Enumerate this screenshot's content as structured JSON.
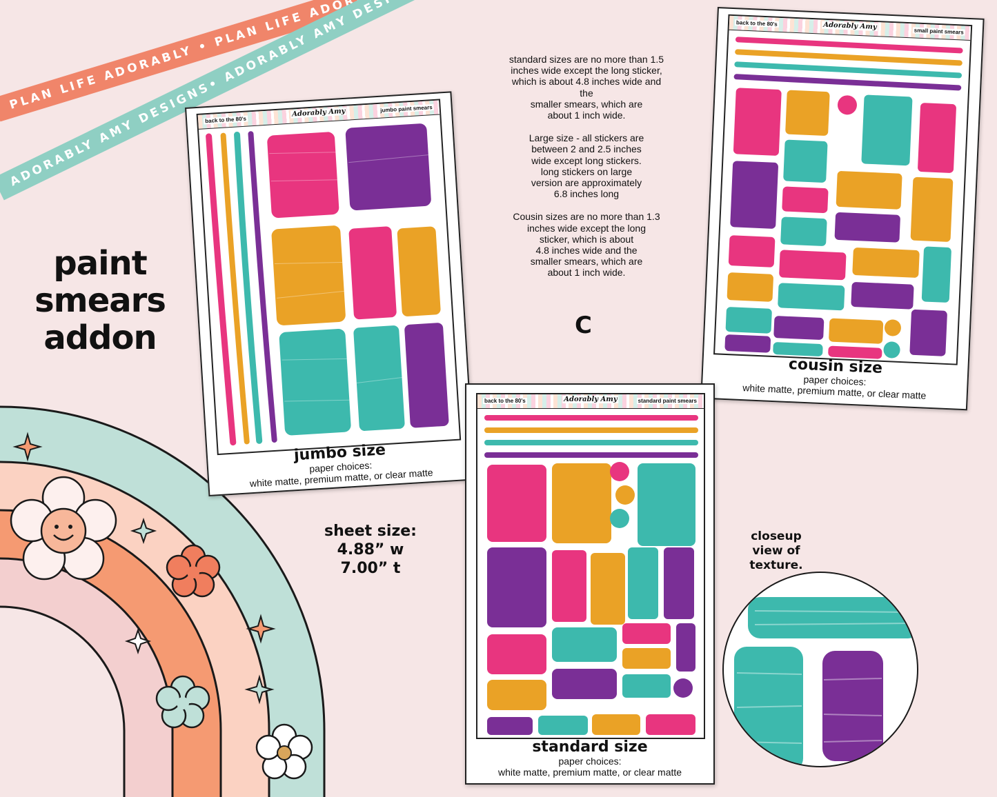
{
  "ribbons": {
    "orange": {
      "text": "PLAN LIFE ADORABLY • PLAN LIFE ADORABLY • PLAN LIFE ADORABLY •",
      "color": "#f0856a"
    },
    "teal": {
      "text": "ADORABLY AMY DESIGNS• ADORABLY AMY DESIGNS• ADORABLY AMY DESIGNS•",
      "color": "#8fcfc3"
    }
  },
  "title": {
    "line1": "paint",
    "line2": "smears",
    "line3": "addon"
  },
  "sheet_size": {
    "line1": "sheet size:",
    "line2": "4.88” w",
    "line3": "7.00” t"
  },
  "info": {
    "standard": [
      "standard sizes are no more than 1.5",
      "inches wide except the long sticker,",
      "which is about 4.8 inches wide and",
      "the",
      "smaller smears, which are",
      "about 1 inch wide."
    ],
    "large": [
      "Large size - all stickers are",
      "between 2 and 2.5 inches",
      "wide except long stickers.",
      "long stickers on large",
      "version are approximately",
      "6.8 inches long"
    ],
    "cousin": [
      "Cousin sizes are no more than 1.3",
      "inches wide except the long",
      "sticker, which is about",
      "4.8 inches wide and the",
      "smaller smears, which are",
      "about 1 inch wide."
    ]
  },
  "c_label": "C",
  "closeup_label": {
    "line1": "closeup",
    "line2": "view of",
    "line3": "texture."
  },
  "cards": {
    "jumbo": {
      "header_left": "back to the 80's",
      "header_logo": "Adorably Amy",
      "header_right": "jumbo paint smears",
      "title": "jumbo size",
      "sub1": "paper choices:",
      "sub2": "white matte, premium matte, or clear matte"
    },
    "cousin": {
      "header_left": "back to the 80's",
      "header_logo": "Adorably Amy",
      "header_right": "small paint smears",
      "title": "cousin size",
      "sub1": "paper choices:",
      "sub2": "white matte, premium matte, or clear matte"
    },
    "standard": {
      "header_left": "back to the 80's",
      "header_logo": "Adorably Amy",
      "header_right": "standard paint smears",
      "title": "standard size",
      "sub1": "paper choices:",
      "sub2": "white matte, premium matte, or clear matte"
    }
  },
  "colors": {
    "pink": "#e8357f",
    "gold": "#eaa226",
    "teal": "#3db9ad",
    "purple": "#7a2f96",
    "background": "#f6e6e6"
  }
}
